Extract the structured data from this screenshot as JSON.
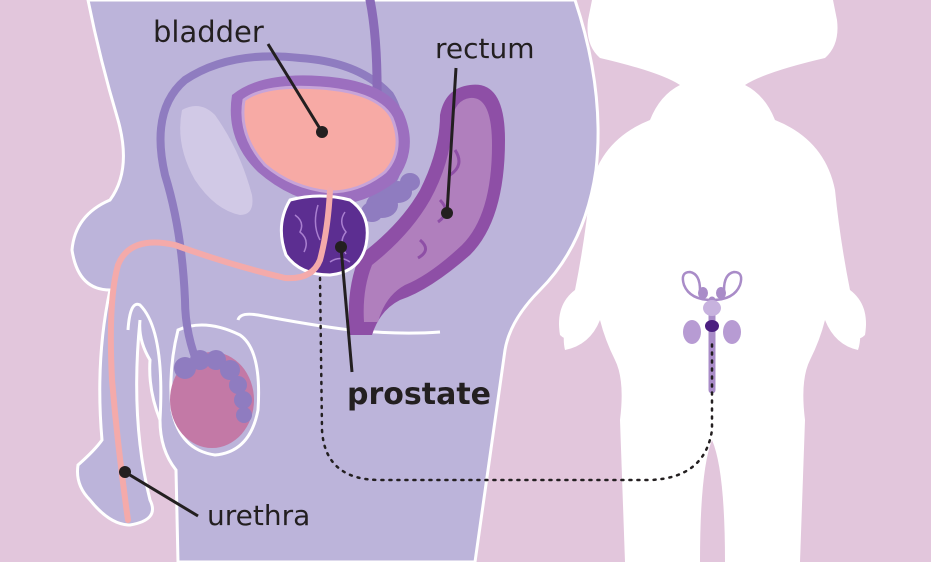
{
  "labels": {
    "bladder": "bladder",
    "rectum": "rectum",
    "prostate": "prostate",
    "urethra": "urethra"
  },
  "colors": {
    "background": "#e2c6dc",
    "body_cross_section": "#bcb4da",
    "outline": "#ffffff",
    "bladder": "#f7aaa5",
    "bladder_wall": "#9c6fbf",
    "rectum": "#b07fbd",
    "rectum_wall": "#8e4fa6",
    "prostate": "#5c2e91",
    "urethra": "#f4aaaa",
    "seminal_vessels": "#8f7cc0",
    "testis": "#c379a6",
    "label_text": "#231f20"
  }
}
